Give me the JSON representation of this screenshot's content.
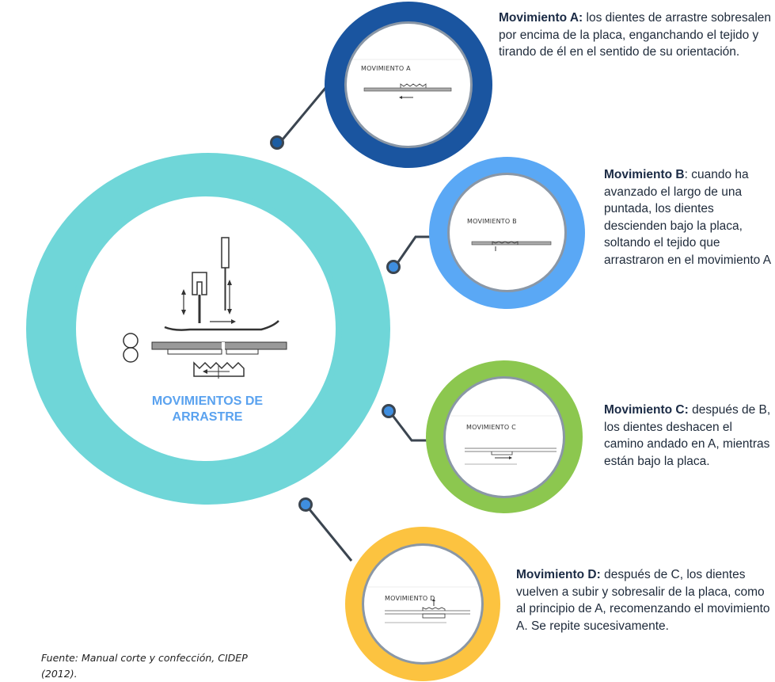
{
  "center": {
    "title": "MOVIMIENTOS DE ARRASTRE"
  },
  "steps": [
    {
      "caption": "MOVIMIENTO A",
      "label": "Movimiento A:",
      "text": " los dientes de arrastre sobresalen por encima de la placa, enganchando el tejido y tirando de él en el sentido de su orientación.",
      "color": "#1a55a0"
    },
    {
      "caption": "MOVIMIENTO B",
      "label": "Movimiento B",
      "text": ": cuando ha avanzado el largo de una puntada, los dientes descienden bajo la placa, soltando el tejido que arrastraron en el movimiento A",
      "color": "#5aa8f5"
    },
    {
      "caption": "MOVIMIENTO C",
      "label": "Movimiento C:",
      "text": " después de B, los dientes deshacen el camino andado en A, mientras están bajo la placa.",
      "color": "#8cc74f"
    },
    {
      "caption": "MOVIMIENTO D",
      "label": "Movimiento D:",
      "text": " después de C, los dientes vuelven a subir y sobresalir de la placa, como al principio de A, recomenzando el movimiento A. Se repite sucesivamente.",
      "color": "#fcc340"
    }
  ],
  "source": "Fuente:  Manual corte y confección, CIDEP (2012)."
}
